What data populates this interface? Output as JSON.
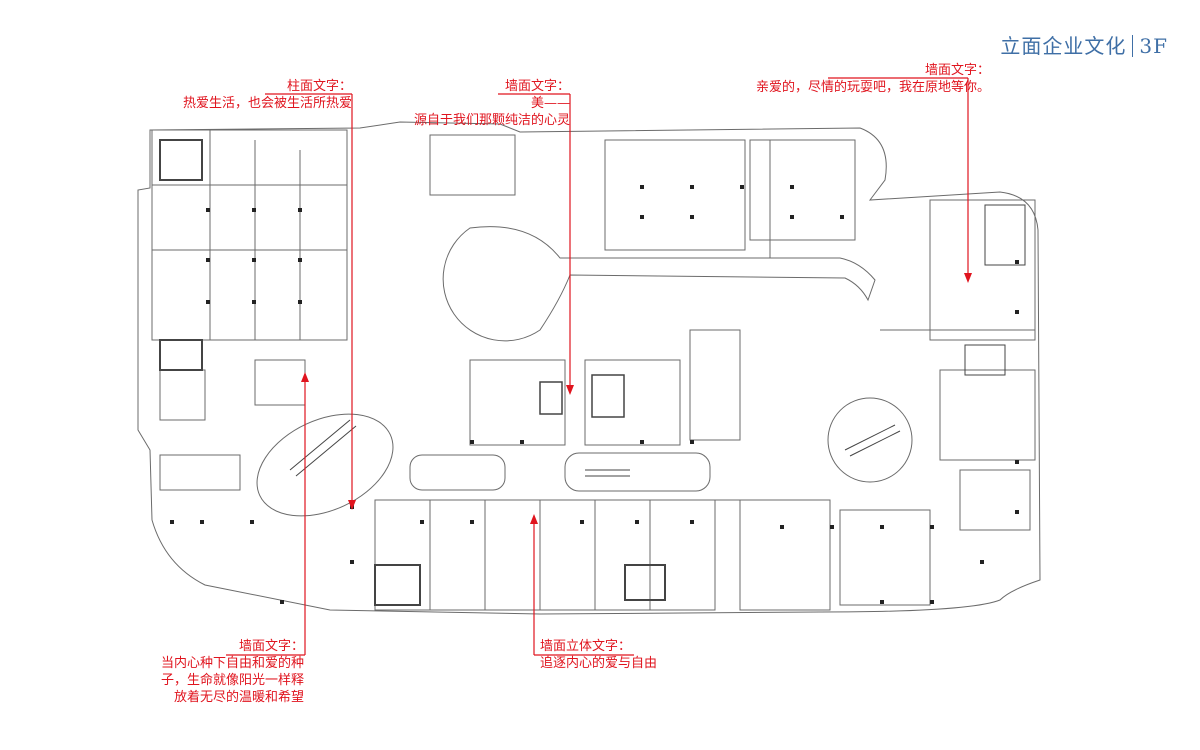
{
  "header": {
    "title": "立面企业文化",
    "floor": "3F"
  },
  "annotations": [
    {
      "heading": "柱面文字：",
      "lines": [
        "热爱生活，也会被生活所热爱"
      ]
    },
    {
      "heading": "墙面文字：",
      "lines": [
        "美——",
        "源自于我们那颗纯洁的心灵"
      ]
    },
    {
      "heading": "墙面文字：",
      "lines": [
        "亲爱的，尽情的玩耍吧，我在原地等你。"
      ]
    },
    {
      "heading": "墙面文字：",
      "lines": [
        "当内心种下自由和爱的种",
        "子，生命就像阳光一样释",
        "放着无尽的温暖和希望"
      ]
    },
    {
      "heading": "墙面立体文字：",
      "lines": [
        "追逐内心的爱与自由"
      ]
    }
  ],
  "colors": {
    "title": "#3f6fa6",
    "annotation": "#e0141e",
    "plan_line": "#6b6b6b"
  }
}
